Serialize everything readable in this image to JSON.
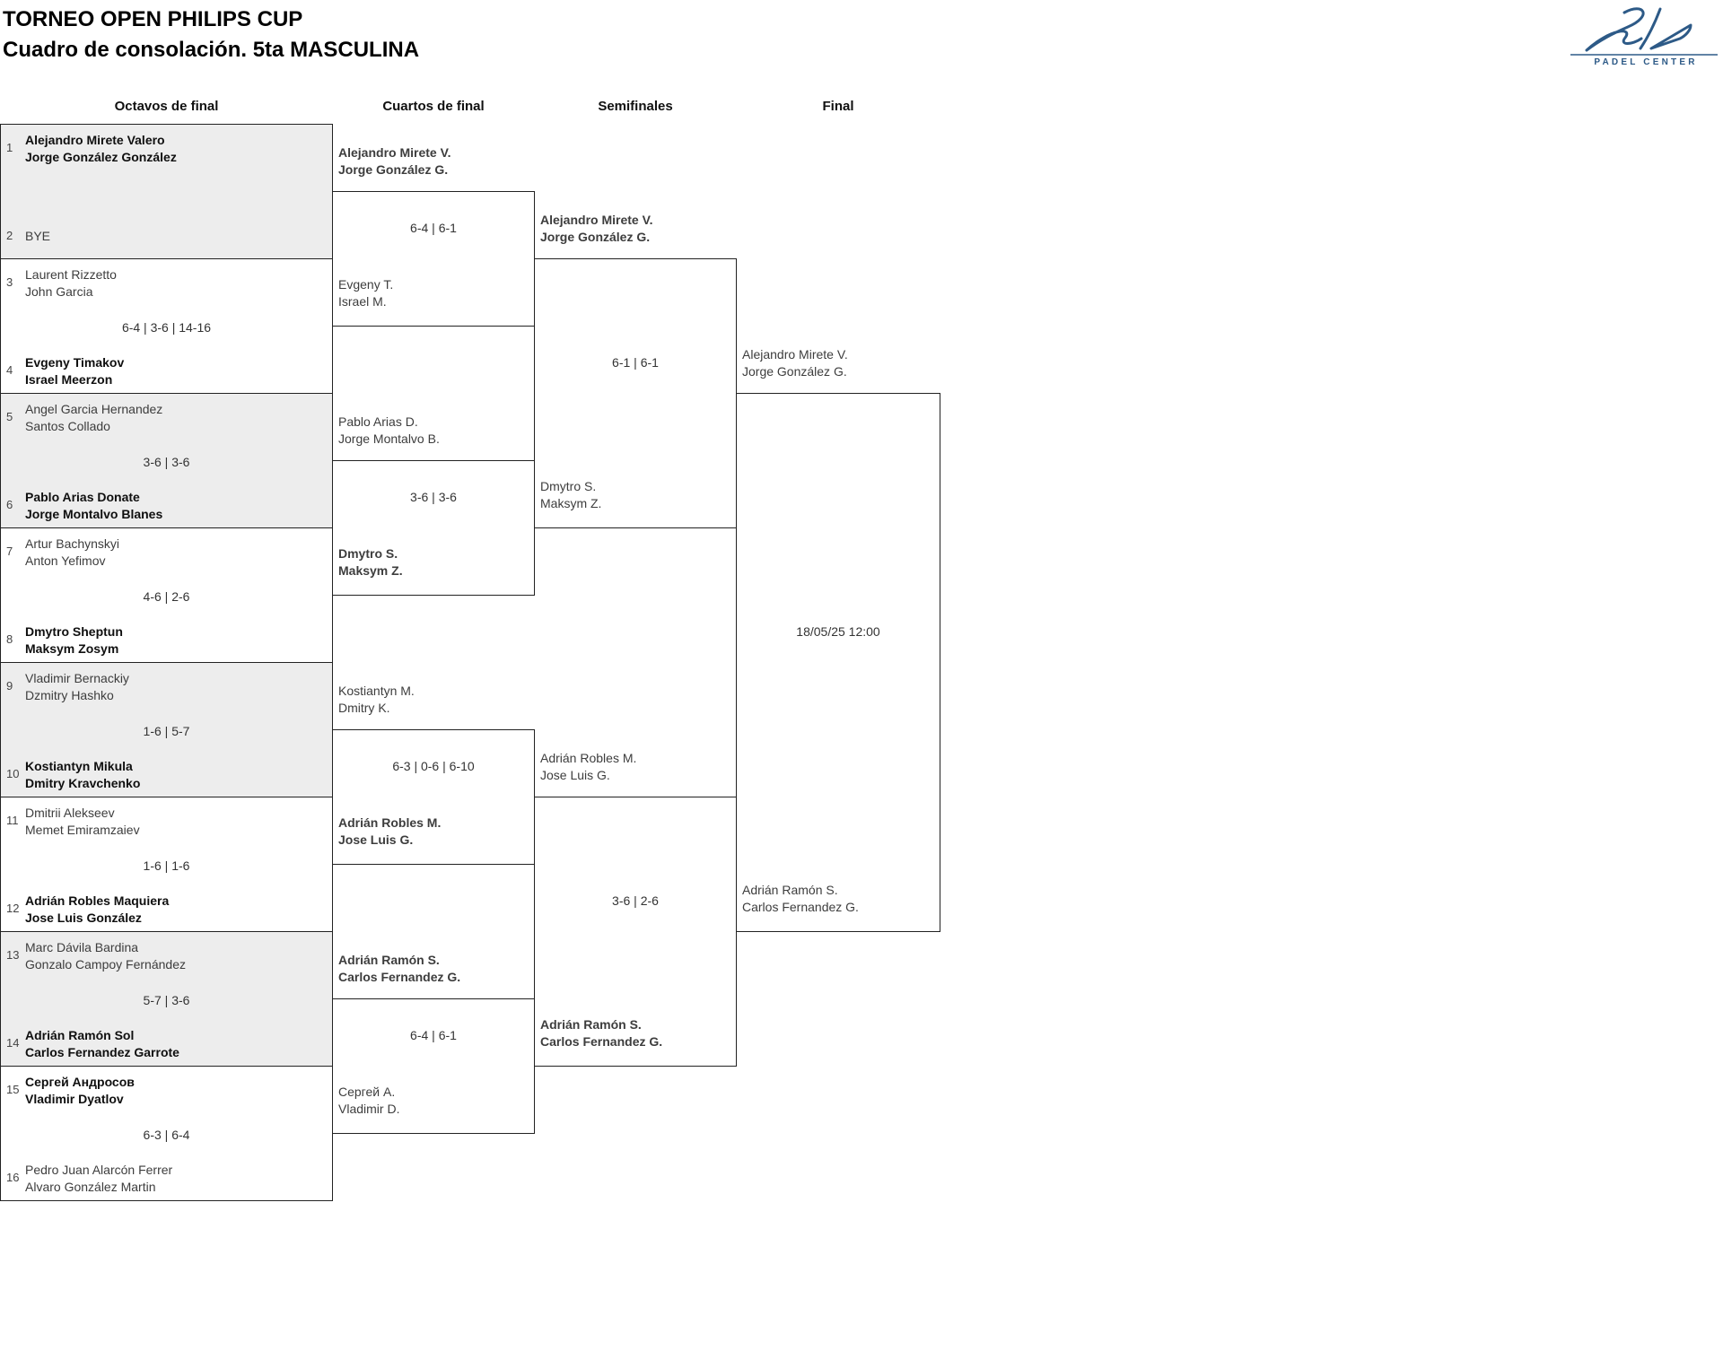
{
  "header": {
    "title_line1": "TORNEO OPEN PHILIPS CUP",
    "title_line2": "Cuadro de consolación. 5ta MASCULINA"
  },
  "logo": {
    "brand_icon": "bela-signature",
    "subtitle": "PADEL CENTER",
    "color": "#2d5a87"
  },
  "rounds": [
    "Octavos de final",
    "Cuartos de final",
    "Semifinales",
    "Final"
  ],
  "octavos": [
    {
      "seed_top": "1",
      "top": [
        "Alejandro Mirete Valero",
        "Jorge González González"
      ],
      "score": "",
      "seed_bottom": "2",
      "bottom": [
        "BYE"
      ]
    },
    {
      "seed_top": "3",
      "top": [
        "Laurent Rizzetto",
        "John Garcia"
      ],
      "score": "6-4 | 3-6 | 14-16",
      "seed_bottom": "4",
      "bottom": [
        "Evgeny Timakov",
        "Israel Meerzon"
      ]
    },
    {
      "seed_top": "5",
      "top": [
        "Angel Garcia Hernandez",
        "Santos Collado"
      ],
      "score": "3-6 | 3-6",
      "seed_bottom": "6",
      "bottom": [
        "Pablo Arias Donate",
        "Jorge Montalvo Blanes"
      ]
    },
    {
      "seed_top": "7",
      "top": [
        "Artur Bachynskyi",
        "Anton Yefimov"
      ],
      "score": "4-6 | 2-6",
      "seed_bottom": "8",
      "bottom": [
        "Dmytro Sheptun",
        "Maksym Zosym"
      ]
    },
    {
      "seed_top": "9",
      "top": [
        "Vladimir Bernackiy",
        "Dzmitry Hashko"
      ],
      "score": "1-6 | 5-7",
      "seed_bottom": "10",
      "bottom": [
        "Kostiantyn Mikula",
        "Dmitry Kravchenko"
      ]
    },
    {
      "seed_top": "11",
      "top": [
        "Dmitrii Alekseev",
        "Memet Emiramzaiev"
      ],
      "score": "1-6 | 1-6",
      "seed_bottom": "12",
      "bottom": [
        "Adrián Robles Maquiera",
        "Jose Luis González"
      ]
    },
    {
      "seed_top": "13",
      "top": [
        "Marc Dávila Bardina",
        "Gonzalo Campoy Fernández"
      ],
      "score": "5-7 | 3-6",
      "seed_bottom": "14",
      "bottom": [
        "Adrián Ramón Sol",
        "Carlos Fernandez Garrote"
      ]
    },
    {
      "seed_top": "15",
      "top": [
        "Сергей Андросов",
        "Vladimir Dyatlov"
      ],
      "score": "6-3 | 6-4",
      "seed_bottom": "16",
      "bottom": [
        "Pedro Juan Alarcón Ferrer",
        "Alvaro González Martin"
      ]
    }
  ],
  "cuartos": [
    {
      "top": [
        "Alejandro Mirete V.",
        "Jorge González G."
      ],
      "score": "6-4 | 6-1",
      "bottom": [
        "Evgeny T.",
        "Israel M."
      ]
    },
    {
      "top": [
        "Pablo Arias D.",
        "Jorge Montalvo B."
      ],
      "score": "3-6 | 3-6",
      "bottom": [
        "Dmytro S.",
        "Maksym Z."
      ]
    },
    {
      "top": [
        "Kostiantyn M.",
        "Dmitry K."
      ],
      "score": "6-3 | 0-6 | 6-10",
      "bottom": [
        "Adrián Robles M.",
        "Jose Luis G."
      ]
    },
    {
      "top": [
        "Adrián Ramón S.",
        "Carlos Fernandez G."
      ],
      "score": "6-4 | 6-1",
      "bottom": [
        "Сергей А.",
        "Vladimir D."
      ]
    }
  ],
  "semifinales": [
    {
      "top": [
        "Alejandro Mirete V.",
        "Jorge González G."
      ],
      "score": "6-1 | 6-1",
      "bottom": [
        "Dmytro S.",
        "Maksym Z."
      ]
    },
    {
      "top": [
        "Adrián Robles M.",
        "Jose Luis G."
      ],
      "score": "3-6 | 2-6",
      "bottom": [
        "Adrián Ramón S.",
        "Carlos Fernandez G."
      ]
    }
  ],
  "final": {
    "top": [
      "Alejandro Mirete V.",
      "Jorge González G."
    ],
    "schedule": "18/05/25 12:00",
    "bottom": [
      "Adrián Ramón S.",
      "Carlos Fernandez G."
    ]
  }
}
